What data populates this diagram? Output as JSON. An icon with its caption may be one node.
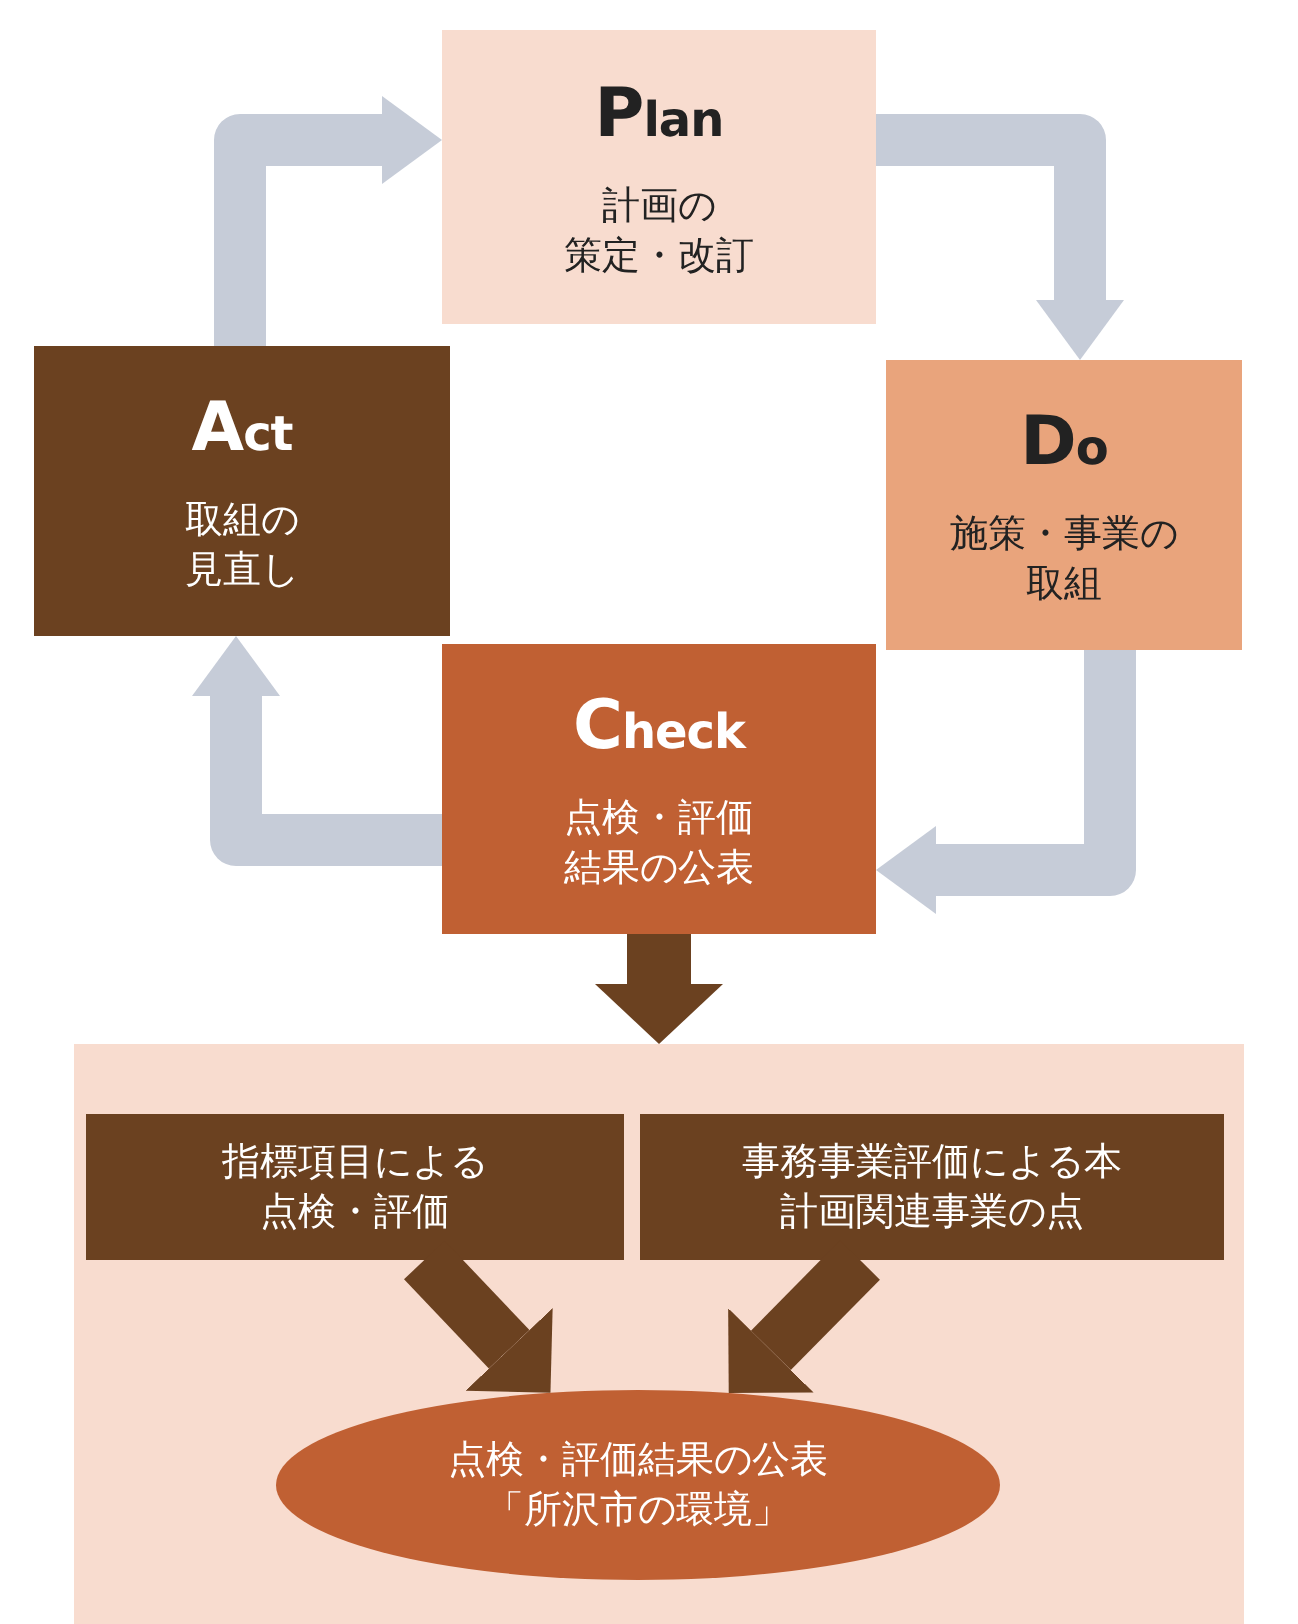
{
  "diagram": {
    "nodes": [
      {
        "text": [
          "Plan",
          "計画の策定・改訂"
        ]
      },
      {
        "text": [
          "Act",
          "取組の見直し"
        ]
      },
      {
        "text": [
          "Do",
          "施策・事業の取組"
        ]
      },
      {
        "text": [
          "Check",
          "点検・評価結果の公表"
        ]
      },
      {
        "text": [],
        "shape": "box"
      },
      {
        "text": [
          "指標項目による点検・評価"
        ],
        "in": 4
      },
      {
        "text": [
          "事務事業評価による本計画関連事業の点"
        ],
        "in": 4
      },
      {
        "text": [
          "点検・評価結果の公表「所沢市の環境」"
        ],
        "in": 4
      }
    ],
    "edges": [
      {
        "from": 1,
        "to": 0,
        "arrow": "to"
      },
      {
        "from": 0,
        "to": 2,
        "arrow": "to"
      },
      {
        "from": 2,
        "to": 3,
        "arrow": "to"
      },
      {
        "from": 3,
        "to": 1,
        "arrow": "to"
      },
      {
        "from": 3,
        "to": 4,
        "arrow": "to",
        "color": "#6b4120"
      },
      {
        "from": 5,
        "to": 7,
        "arrow": "to",
        "color": "#6b4120"
      },
      {
        "from": 6,
        "to": 7,
        "arrow": "to",
        "color": "#6b4120"
      }
    ]
  }
}
